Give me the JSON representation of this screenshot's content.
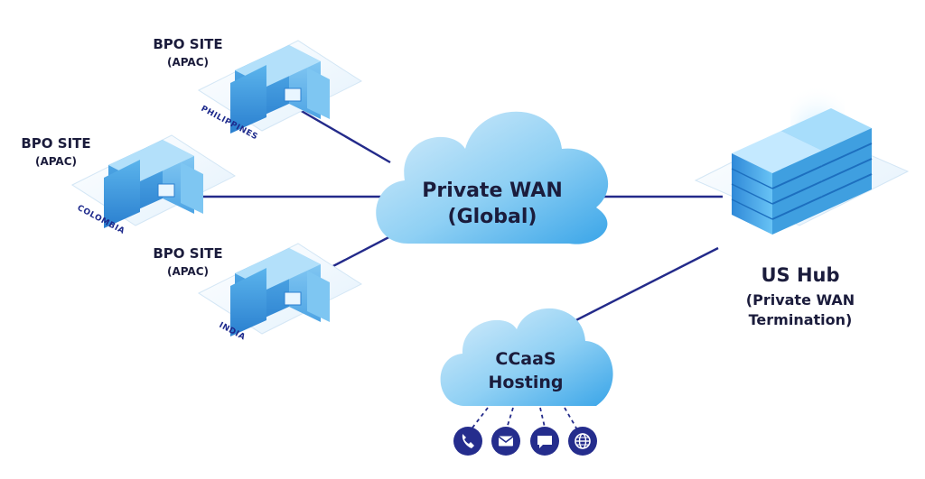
{
  "sites": [
    {
      "title": "BPO SITE",
      "region": "(APAC)",
      "country": "PHILIPPINES"
    },
    {
      "title": "BPO SITE",
      "region": "(APAC)",
      "country": "COLOMBIA"
    },
    {
      "title": "BPO SITE",
      "region": "(APAC)",
      "country": "INDIA"
    }
  ],
  "wan_cloud": {
    "line1": "Private WAN",
    "line2": "(Global)"
  },
  "ccaas_cloud": {
    "line1": "CCaaS",
    "line2": "Hosting"
  },
  "hub": {
    "title": "US Hub",
    "line1": "(Private WAN",
    "line2": "Termination)"
  },
  "channel_icons": [
    "phone-icon",
    "mail-icon",
    "chat-icon",
    "globe-icon"
  ],
  "colors": {
    "link": "#232a8a",
    "cloud": "#5ab8ec",
    "building": "#3f9fe0",
    "text": "#1b1c3c",
    "icon_circle": "#252d8d"
  }
}
